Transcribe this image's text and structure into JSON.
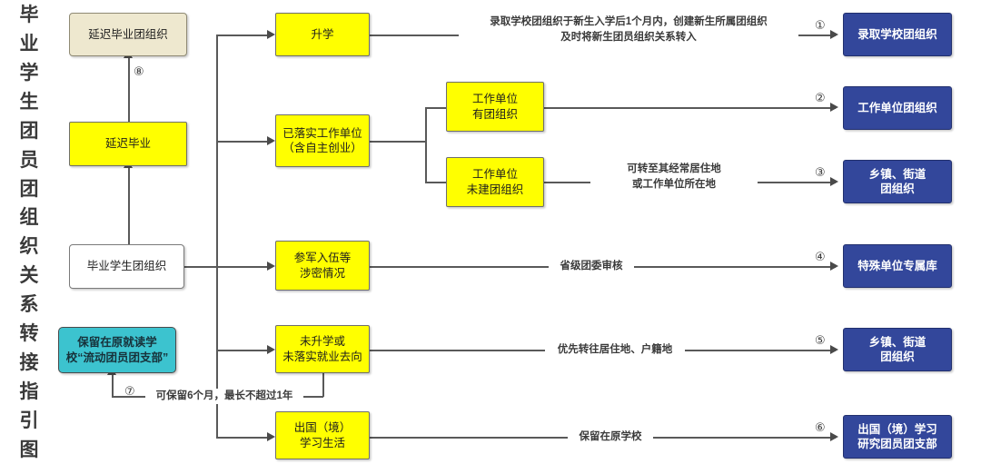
{
  "title": {
    "text": "毕业学生团员团组织关系转接指引图",
    "chars": [
      "毕",
      "业",
      "学",
      "生",
      "团",
      "员",
      "团",
      "组",
      "织",
      "关",
      "系",
      "转",
      "接",
      "指",
      "引",
      "图"
    ]
  },
  "colors": {
    "beige": "#eee8cf",
    "yellow": "#ffff00",
    "teal": "#3cc3cf",
    "blue": "#33479b",
    "line": "#595959",
    "text": "#1d1d1d"
  },
  "nodes": {
    "source": {
      "label": "毕业学生团组织",
      "type": "white"
    },
    "delayed_grad": {
      "label": "延迟毕业",
      "type": "yellow"
    },
    "delayed_grad_org": {
      "label": "延迟毕业团组织",
      "type": "beige"
    },
    "floating_branch": {
      "label": "保留在原就读学\n校“流动团员团支部”",
      "type": "teal"
    },
    "further_study": {
      "label": "升学",
      "type": "yellow"
    },
    "employed": {
      "label": "已落实工作单位\n（含自主创业）",
      "type": "yellow"
    },
    "employer_has_org": {
      "label": "工作单位\n有团组织",
      "type": "yellow"
    },
    "employer_no_org": {
      "label": "工作单位\n未建团组织",
      "type": "yellow"
    },
    "military": {
      "label": "参军入伍等\n涉密情况",
      "type": "yellow"
    },
    "unemployed": {
      "label": "未升学或\n未落实就业去向",
      "type": "yellow"
    },
    "abroad": {
      "label": "出国（境）\n学习生活",
      "type": "yellow"
    },
    "dest_admitting_school": {
      "label": "录取学校团组织",
      "type": "blue"
    },
    "dest_employer_org": {
      "label": "工作单位团组织",
      "type": "blue"
    },
    "dest_township_1": {
      "label": "乡镇、街道\n团组织",
      "type": "blue"
    },
    "dest_special_unit": {
      "label": "特殊单位专属库",
      "type": "blue"
    },
    "dest_township_2": {
      "label": "乡镇、街道\n团组织",
      "type": "blue"
    },
    "dest_abroad_branch": {
      "label": "出国（境）学习\n研究团员团支部",
      "type": "blue"
    }
  },
  "edge_labels": {
    "admitting_school": "录取学校团组织于新生入学后1个月内，创建新生所属团组织\n及时将新生团员组织关系转入",
    "township_transfer": "可转至其经常居住地\n或工作单位所在地",
    "provincial_review": "省级团委审核",
    "priority_residence": "优先转往居住地、户籍地",
    "keep_original_school": "保留在原学校",
    "retention_period": "可保留6个月，最长不超过1年"
  },
  "markers": {
    "m1": "①",
    "m2": "②",
    "m3": "③",
    "m4": "④",
    "m5": "⑤",
    "m6": "⑥",
    "m7": "⑦",
    "m8": "⑧"
  }
}
